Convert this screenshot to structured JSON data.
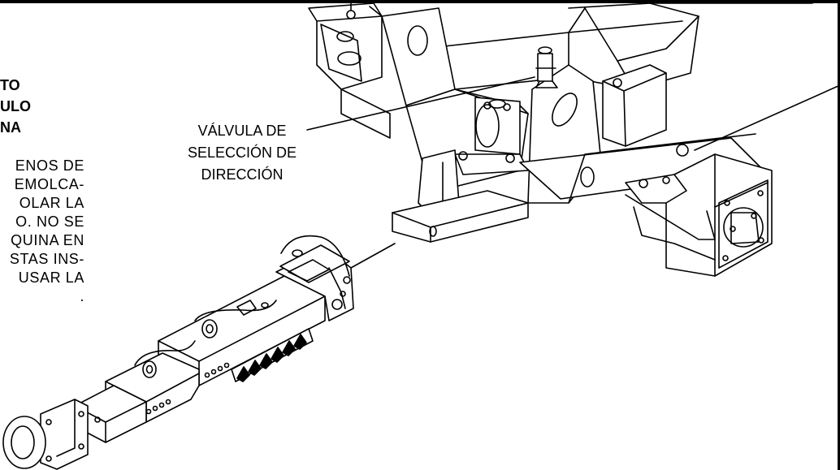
{
  "left_column": {
    "heading_lines": "TO\nULO\nNA",
    "body_lines": "ENOS DE\nEMOLCA-\nOLAR LA\nO. NO SE\nQUINA EN\nSTAS INS-\nUSAR LA\n."
  },
  "illustration": {
    "callout_label": "VÁLVULA DE\nSELECCIÓN DE\nDIRECCIÓN"
  }
}
